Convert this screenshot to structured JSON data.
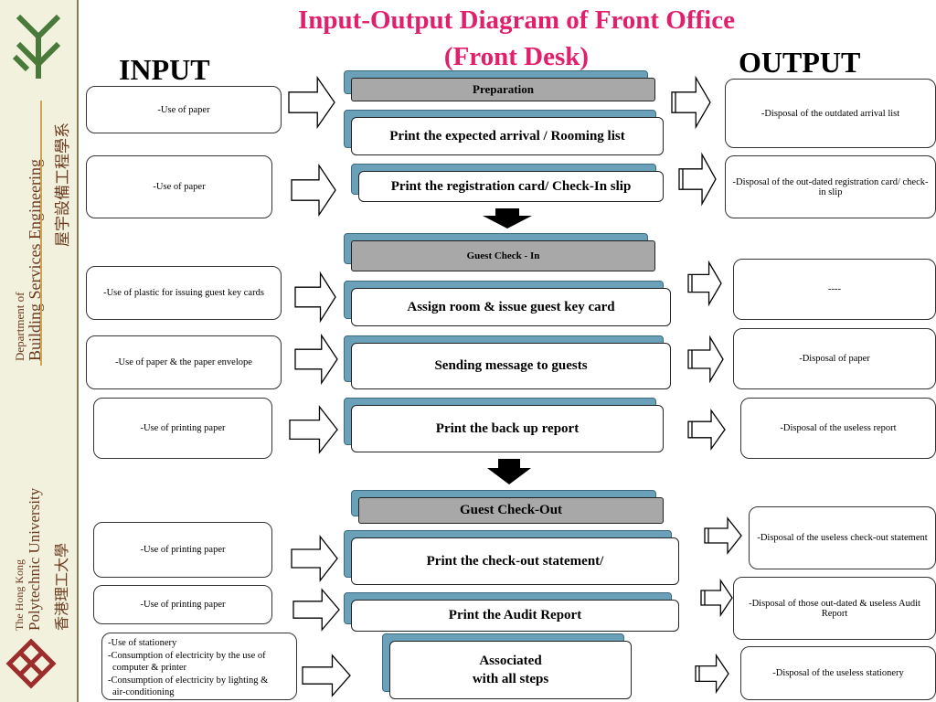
{
  "sidebar": {
    "department_line1": "Department of",
    "department_line2": "Building Services Engineering",
    "department_chinese": "屋宇設備工程學系",
    "university_line1": "The Hong Kong",
    "university_line2": "Polytechnic University",
    "university_chinese": "香港理工大學"
  },
  "title": {
    "line1": "Input-Output Diagram of Front Office",
    "line2": "(Front Desk)"
  },
  "headers": {
    "input": "INPUT",
    "output": "OUTPUT"
  },
  "inputs": [
    "-Use of paper",
    "-Use of paper",
    "-Use of plastic for issuing guest key cards",
    "-Use of paper & the paper envelope",
    "-Use of printing paper",
    "-Use of printing paper",
    "-Use of printing paper",
    [
      "-Use of stationery",
      "-Consumption of electricity by the use of",
      "  computer & printer",
      "-Consumption of electricity by lighting &",
      "  air-conditioning"
    ]
  ],
  "processes": {
    "preparation_header": "Preparation",
    "print_expected_arrival": "Print the expected arrival / Rooming list",
    "print_registration_card": "Print the registration card/ Check-In slip",
    "checkin_header": "Guest Check - In",
    "assign_room": "Assign room & issue guest key card",
    "sending_message": "Sending message to guests",
    "print_backup": "Print the back up report",
    "checkout_header": "Guest Check-Out",
    "print_checkout": "Print the check-out statement/",
    "print_audit": "Print the Audit Report",
    "associated_line1": "Associated",
    "associated_line2": "with all steps"
  },
  "outputs": [
    "-Disposal of the outdated arrival list",
    "-Disposal of the out-dated registration card/ check-in slip",
    "----",
    "-Disposal of paper",
    "-Disposal of the useless report",
    "-Disposal of the useless check-out statement",
    "-Disposal of those out-dated & useless Audit Report",
    "-Disposal of the useless stationery"
  ],
  "colors": {
    "title": "#e0206c",
    "process_shadow": "#6aa1b8",
    "header_fill": "#a8a8a8",
    "sidebar_text": "#6b3a1f",
    "logo": "#9b2d2d"
  },
  "icons": [
    "polyu-logo-icon",
    "down-arrow-icon",
    "right-arrow-icon"
  ]
}
